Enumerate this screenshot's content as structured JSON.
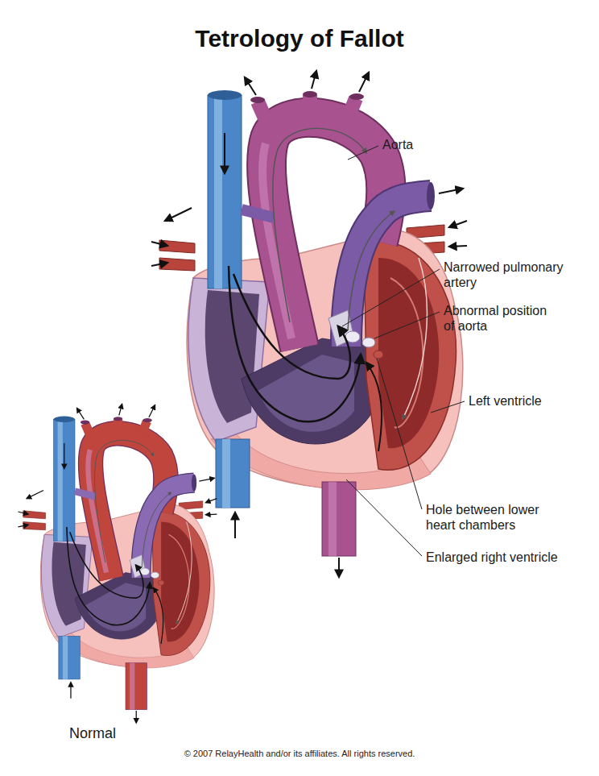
{
  "diagram": {
    "title": "Tetrology of Fallot",
    "caption": "© 2007 RelayHealth and/or its affiliates.  All rights reserved.",
    "labels": [
      "Aorta",
      "Narrowed pulmonary artery",
      "Abnormal position of aorta",
      "Left ventricle",
      "Hole between lower heart chambers",
      "Enlarged right ventricle",
      "Normal"
    ]
  }
}
